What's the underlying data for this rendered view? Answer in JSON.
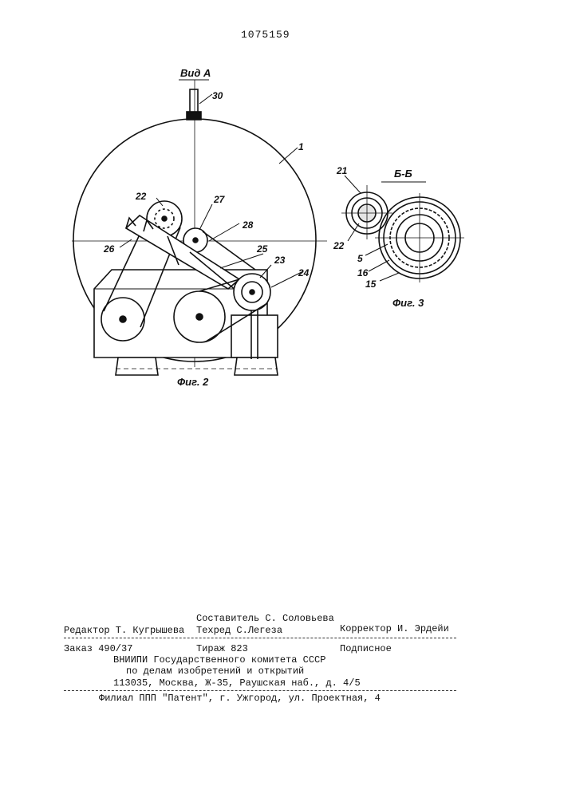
{
  "patent_number": "1075159",
  "figures": {
    "view_a_label": "Вид А",
    "fig2_caption": "Фиг. 2",
    "fig3_caption": "Фиг. 3",
    "section_label": "Б-Б",
    "labels": {
      "n1": "1",
      "n21": "21",
      "n22": "22",
      "n22b": "22",
      "n23": "23",
      "n24": "24",
      "n25": "25",
      "n26": "26",
      "n27": "27",
      "n28": "28",
      "n30": "30",
      "n5": "5",
      "n15": "15",
      "n16": "16"
    }
  },
  "colophon": {
    "compiler": "Составитель С. Соловьева",
    "editor": "Редактор Т. Кугрышева",
    "techred": "Техред С.Легеза",
    "corrector": "Корректор  И. Эрдейи",
    "order": "Заказ 490/37",
    "circulation": "Тираж 823",
    "subscription": "Подписное",
    "org_line1": "ВНИИПИ Государственного комитета СССР",
    "org_line2": "по делам изобретений и открытий",
    "org_address": "113035, Москва, Ж-35, Раушская наб., д. 4/5",
    "branch": "Филиал ППП \"Патент\", г. Ужгород, ул. Проектная, 4"
  }
}
